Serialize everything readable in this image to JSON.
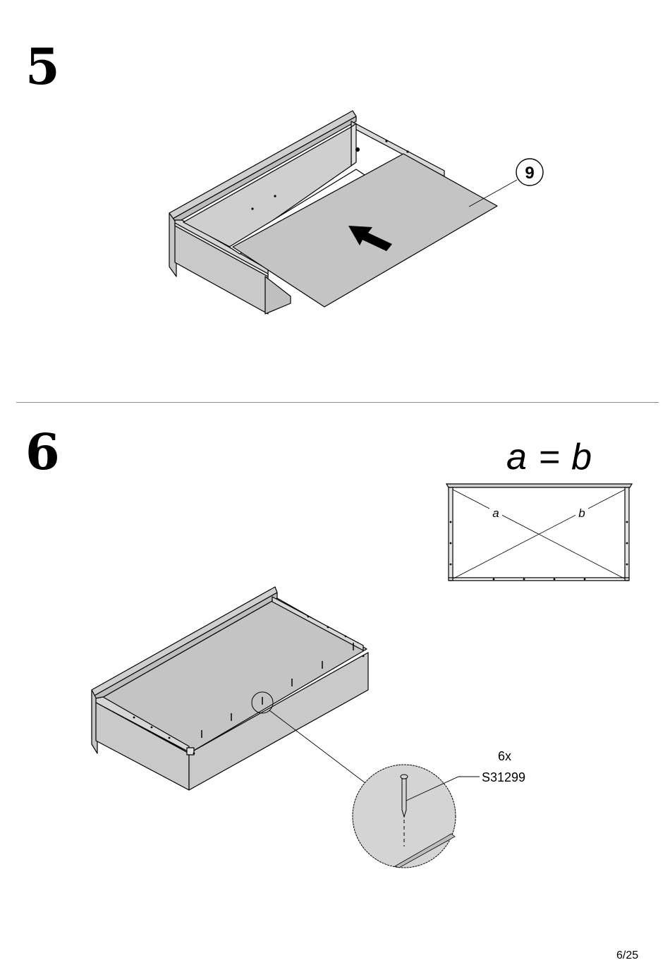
{
  "steps": [
    {
      "number": "5",
      "callout_part": "9"
    },
    {
      "number": "6"
    }
  ],
  "diagonal_check": {
    "equation": "a = b",
    "label_a": "a",
    "label_b": "b"
  },
  "hardware": {
    "quantity": "6x",
    "part_number": "S31299"
  },
  "page": {
    "number": "6/25"
  }
}
